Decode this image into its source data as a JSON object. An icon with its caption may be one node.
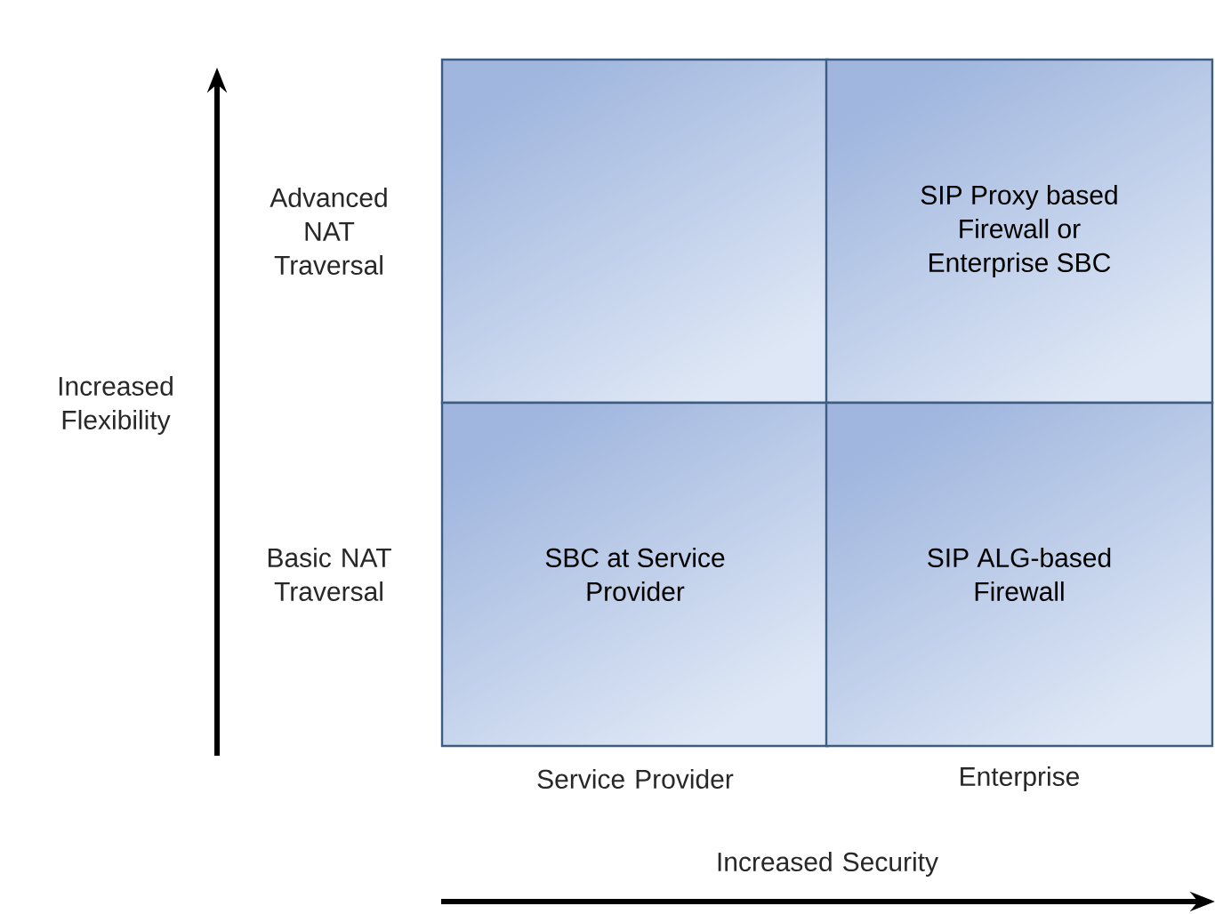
{
  "diagram": {
    "nodes": [
      {
        "text": [],
        "shape": "box"
      },
      {
        "text": [
          "SIP Proxy based Firewall or Enterprise SBC"
        ]
      },
      {
        "text": [
          "SBC at Service Provider"
        ]
      },
      {
        "text": [
          "SIP ALG-based Firewall"
        ]
      }
    ],
    "edges": [],
    "labels": [
      "Advanced NAT Traversal",
      "Increased Flexibility",
      "Basic NAT Traversal",
      "Service Provider",
      "Enterprise",
      "Increased Security"
    ]
  }
}
